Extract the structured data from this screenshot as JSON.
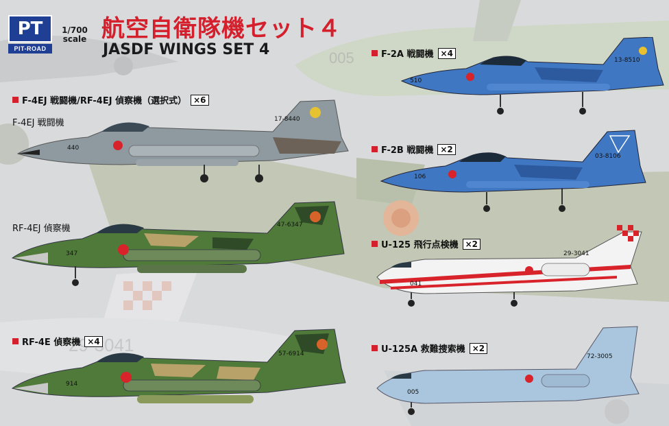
{
  "header": {
    "logo_mark": "PT",
    "logo_text": "PIT-ROAD",
    "scale_ratio": "1/700",
    "scale_word": "scale",
    "title_jp": "航空自衛隊機セット４",
    "title_en": "JASDF WINGS SET 4"
  },
  "left_column": {
    "group_label": "F-4EJ 戦闘機/RF-4EJ 偵察機（選択式）",
    "group_qty": "×6",
    "f4ej": {
      "label": "F-4EJ 戦闘機",
      "nose_number": "440",
      "tail_number": "17-8440"
    },
    "rf4ej": {
      "label": "RF-4EJ 偵察機",
      "nose_number": "347",
      "tail_number": "47-6347"
    },
    "rf4e": {
      "label": "RF-4E 偵察機",
      "qty": "×4",
      "nose_number": "914",
      "tail_number": "57-6914"
    }
  },
  "right_column": {
    "f2a": {
      "label": "F-2A 戦闘機",
      "qty": "×4",
      "nose_number": "510",
      "tail_number": "13-8510"
    },
    "f2b": {
      "label": "F-2B 戦闘機",
      "qty": "×2",
      "nose_number": "106",
      "tail_number": "03-8106"
    },
    "u125": {
      "label": "U-125 飛行点検機",
      "qty": "×2",
      "nose_number": "041",
      "tail_number": "29-3041"
    },
    "u125a": {
      "label": "U-125A 救難捜索機",
      "qty": "×2",
      "nose_number": "005",
      "tail_number": "72-3005"
    }
  },
  "background": {
    "ghost_text_1": "005",
    "ghost_text_2": "29-3041"
  },
  "colors": {
    "accent_red": "#d4202c",
    "logo_blue": "#1f3f94",
    "hinomaru": "#d8232a",
    "f4_gray": "#8e9aa0",
    "camo_green": "#4f7a3a",
    "camo_tan": "#b9a26a",
    "f2_blue": "#3f77c2",
    "u125_white": "#f3f3f3",
    "u125a_blue": "#a9c6de"
  }
}
